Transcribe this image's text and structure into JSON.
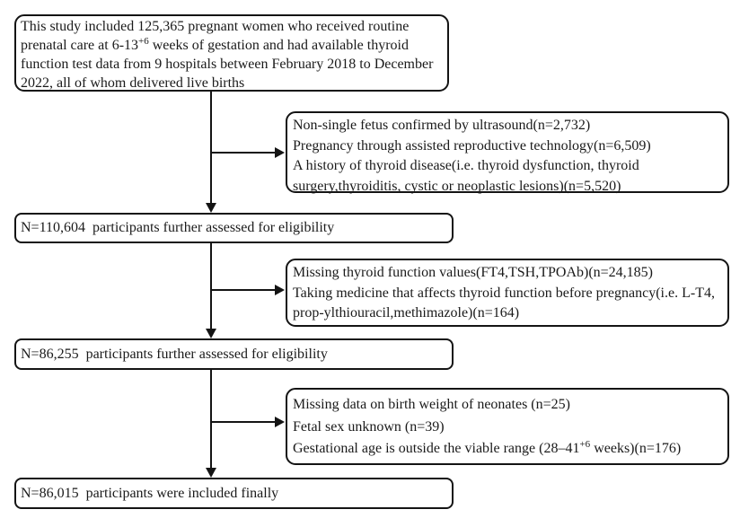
{
  "figure": {
    "type": "study-flow-diagram",
    "colors": {
      "border": "#141414",
      "text": "#1a1a1a",
      "background": "#ffffff"
    }
  },
  "flow": {
    "enrollment": {
      "pre": "This study included 125,365 pregnant women who received routine prenatal care at 6-13",
      "sup": "+6",
      "post": " weeks of gestation and had available thyroid function test data from 9 hospitals between February 2018 to December 2022, all of whom delivered live births"
    },
    "exclusion1": {
      "lines": [
        "Non-single fetus confirmed by ultrasound(n=2,732)",
        "Pregnancy through assisted reproductive technology(n=6,509)",
        "A history of thyroid disease(i.e. thyroid dysfunction, thyroid surgery,thyroiditis, cystic or neoplastic lesions)(n=5,520)"
      ]
    },
    "eligible1": "N=110,604  participants further assessed for eligibility",
    "exclusion2": {
      "lines": [
        "Missing thyroid function values(FT4,TSH,TPOAb)(n=24,185)",
        "Taking medicine that affects thyroid function before pregnancy(i.e. L-T4, prop-ylthiouracil,methimazole)(n=164)"
      ]
    },
    "eligible2": "N=86,255  participants further assessed for eligibility",
    "exclusion3": {
      "line1": "Missing data on birth weight of neonates (n=25)",
      "line2": "Fetal sex unknown (n=39)",
      "line3_pre": "Gestational age is outside the viable range (28–41",
      "line3_sup": "+6",
      "line3_post": " weeks)(n=176)"
    },
    "final": "N=86,015  participants were included finally"
  }
}
